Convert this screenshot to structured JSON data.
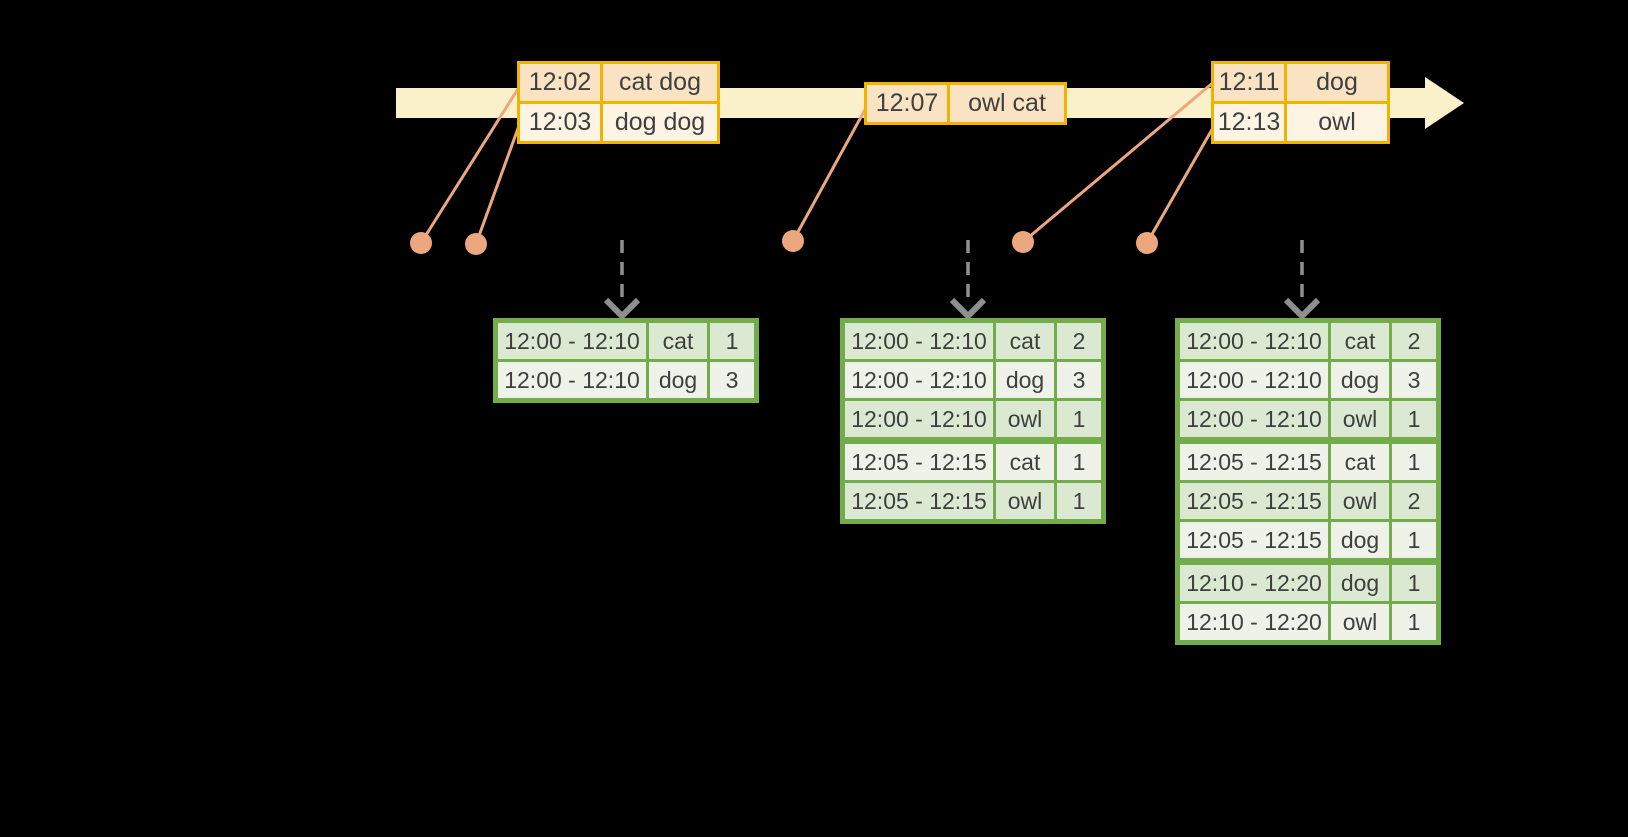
{
  "colors": {
    "background": "#000000",
    "timeline_band": "#FAF0CA",
    "event_table_border": "#F0B400",
    "event_row_peach": "#FAE3C3",
    "event_row_cream": "#FDF4E4",
    "connector_salmon": "#ECA77E",
    "result_table_border": "#72AC4B",
    "result_row_green": "#DCE9D2",
    "result_row_light": "#EEF2E9",
    "trigger_arrow_gray": "#8F8F8F",
    "text": "#3F3F3F"
  },
  "event_tables": [
    {
      "rows": [
        {
          "time": "12:02",
          "words": "cat dog"
        },
        {
          "time": "12:03",
          "words": "dog dog"
        }
      ]
    },
    {
      "rows": [
        {
          "time": "12:07",
          "words": "owl cat"
        }
      ]
    },
    {
      "rows": [
        {
          "time": "12:11",
          "words": "dog"
        },
        {
          "time": "12:13",
          "words": "owl"
        }
      ]
    }
  ],
  "result_tables": [
    {
      "rows": [
        {
          "window": "12:00 - 12:10",
          "word": "cat",
          "count": "1"
        },
        {
          "window": "12:00 - 12:10",
          "word": "dog",
          "count": "3"
        }
      ]
    },
    {
      "rows": [
        {
          "window": "12:00 - 12:10",
          "word": "cat",
          "count": "2"
        },
        {
          "window": "12:00 - 12:10",
          "word": "dog",
          "count": "3"
        },
        {
          "window": "12:00 - 12:10",
          "word": "owl",
          "count": "1"
        },
        {
          "window": "12:05 - 12:15",
          "word": "cat",
          "count": "1"
        },
        {
          "window": "12:05 - 12:15",
          "word": "owl",
          "count": "1"
        }
      ]
    },
    {
      "rows": [
        {
          "window": "12:00 - 12:10",
          "word": "cat",
          "count": "2"
        },
        {
          "window": "12:00 - 12:10",
          "word": "dog",
          "count": "3"
        },
        {
          "window": "12:00 - 12:10",
          "word": "owl",
          "count": "1"
        },
        {
          "window": "12:05 - 12:15",
          "word": "cat",
          "count": "1"
        },
        {
          "window": "12:05 - 12:15",
          "word": "owl",
          "count": "2"
        },
        {
          "window": "12:05 - 12:15",
          "word": "dog",
          "count": "1"
        },
        {
          "window": "12:10 - 12:20",
          "word": "dog",
          "count": "1"
        },
        {
          "window": "12:10 - 12:20",
          "word": "owl",
          "count": "1"
        }
      ]
    }
  ]
}
